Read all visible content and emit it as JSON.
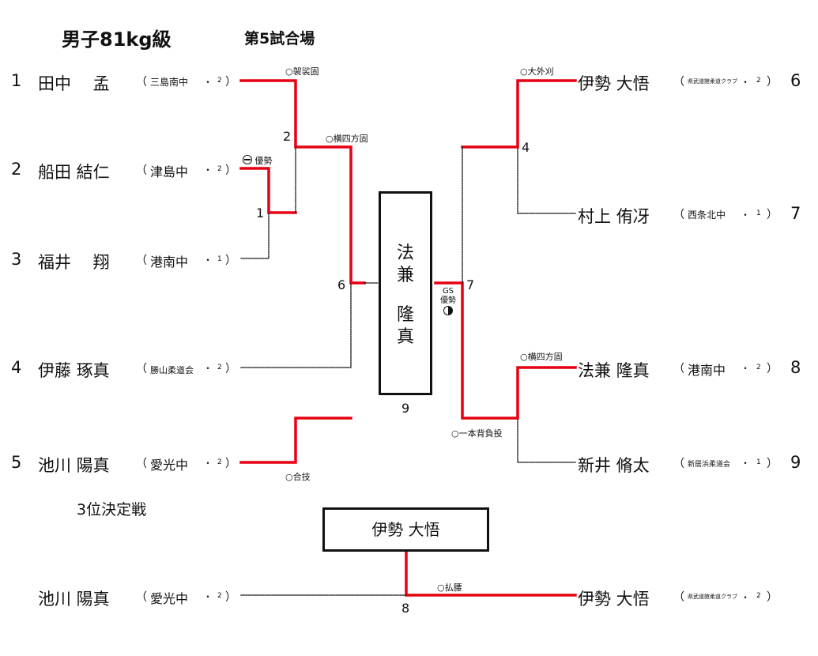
{
  "header": {
    "title": "男子81kg級",
    "court": "第5試合場"
  },
  "players": [
    {
      "seed": "1",
      "name": "田中　 孟",
      "team": "三島南中",
      "grade": "2"
    },
    {
      "seed": "2",
      "name": "船田 結仁",
      "team": "津島中",
      "grade": "2"
    },
    {
      "seed": "3",
      "name": "福井 　翔",
      "team": "港南中",
      "grade": "1"
    },
    {
      "seed": "4",
      "name": "伊藤 琢真",
      "team": "勝山柔道会",
      "grade": "2"
    },
    {
      "seed": "5",
      "name": "池川 陽真",
      "team": "愛光中",
      "grade": "2"
    },
    {
      "seed": "6",
      "name": "伊勢 大悟",
      "team": "県武道館柔道クラブ",
      "grade": "2"
    },
    {
      "seed": "7",
      "name": "村上 侑冴",
      "team": "西条北中",
      "grade": "1"
    },
    {
      "seed": "8",
      "name": "法兼 隆真",
      "team": "港南中",
      "grade": "2"
    },
    {
      "seed": "9",
      "name": "新井 脩太",
      "team": "新居浜柔道会",
      "grade": "1"
    }
  ],
  "matches": {
    "m1": {
      "no": "1",
      "result": "優勢"
    },
    "m2": {
      "no": "2",
      "result": "○袈裟固"
    },
    "m4": {
      "no": "4",
      "result": "○大外刈"
    },
    "m6": {
      "no": "6",
      "result": "○横四方固"
    },
    "m6b": {
      "result": "○合技"
    },
    "m7": {
      "no": "7",
      "result": "○横四方固",
      "result2": "○一本背負投",
      "gs": "GS",
      "gs_result": "優勢"
    },
    "m9": {
      "no": "9"
    },
    "m8": {
      "no": "8",
      "result": "○払腰"
    }
  },
  "champion": {
    "name_line1": "法",
    "name_line2": "兼",
    "name_line3": "隆",
    "name_line4": "真"
  },
  "third_place": {
    "title": "3位決定戦",
    "winner": "伊勢 大悟",
    "left": {
      "name": "池川 陽真",
      "team": "愛光中",
      "grade": "2"
    },
    "right": {
      "name": "伊勢 大悟",
      "team": "県武道館柔道クラブ",
      "grade": "2"
    }
  },
  "colors": {
    "winner_line": "#e60012",
    "line": "#111111"
  },
  "punct": {
    "open": "（",
    "close": "）",
    "dot": "・"
  }
}
